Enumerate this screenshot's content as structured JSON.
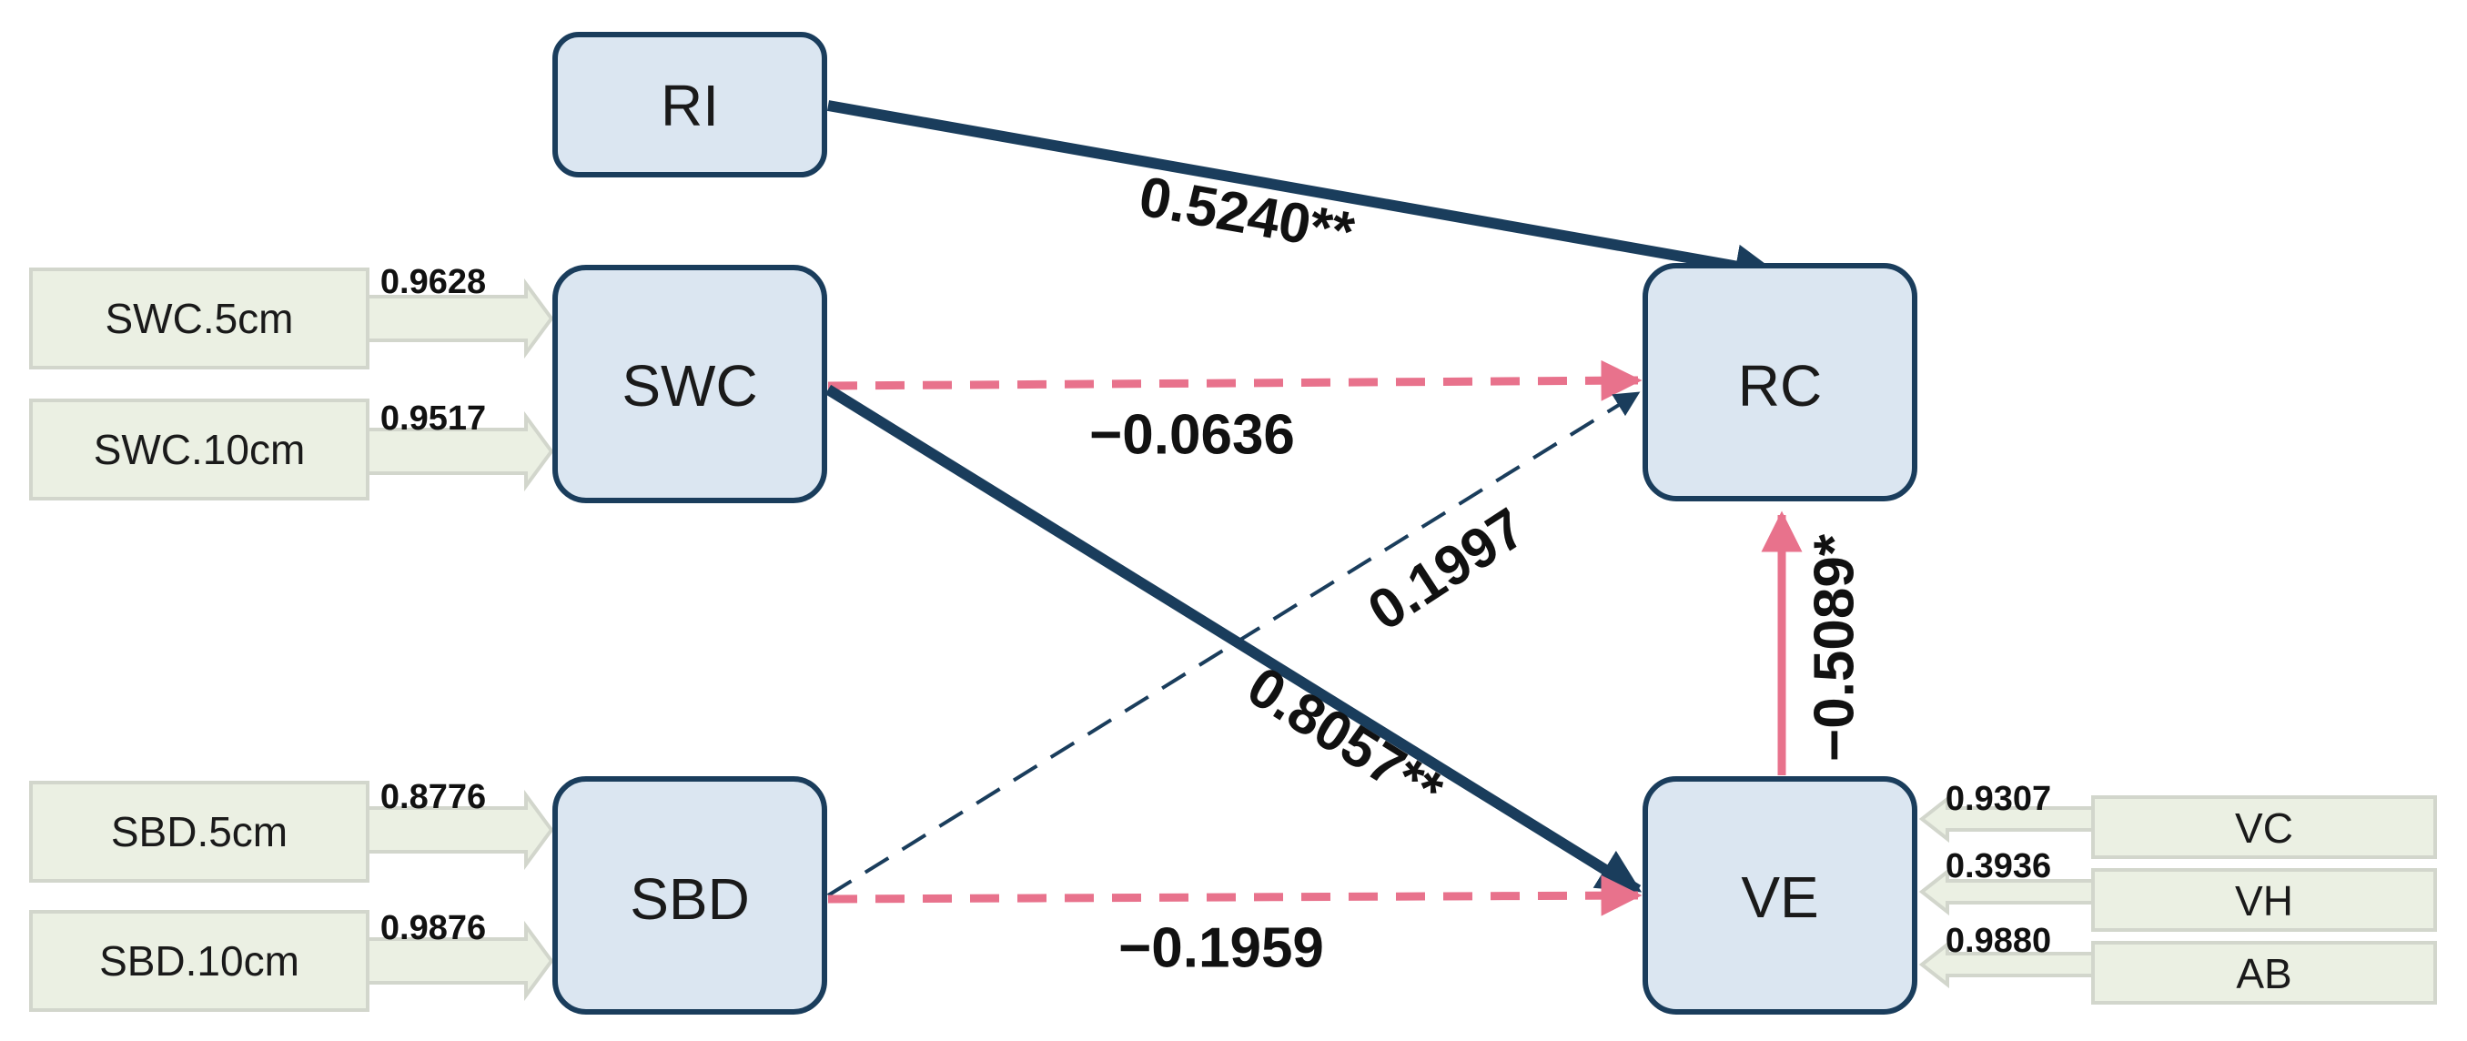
{
  "latents": {
    "ri": "RI",
    "swc": "SWC",
    "sbd": "SBD",
    "rc": "RC",
    "ve": "VE"
  },
  "indicators": {
    "swc5": "SWC.5cm",
    "swc10": "SWC.10cm",
    "sbd5": "SBD.5cm",
    "sbd10": "SBD.10cm",
    "vc": "VC",
    "vh": "VH",
    "ab": "AB"
  },
  "loadings": {
    "swc5": "0.9628",
    "swc10": "0.9517",
    "sbd5": "0.8776",
    "sbd10": "0.9876",
    "vc": "0.9307",
    "vh": "0.3936",
    "ab": "0.9880"
  },
  "paths": {
    "ri_rc": "0.5240**",
    "swc_rc": "−0.0636",
    "sbd_rc": "0.1997",
    "swc_ve": "0.8057**",
    "sbd_ve": "−0.1959",
    "ve_rc": "−0.5089*"
  },
  "colors": {
    "positive": "#1a3d5c",
    "negative": "#e8728c",
    "latent_fill": "#dbe6f1",
    "indicator_fill": "#ebf0e3",
    "indicator_stroke": "#d2d6cc"
  }
}
